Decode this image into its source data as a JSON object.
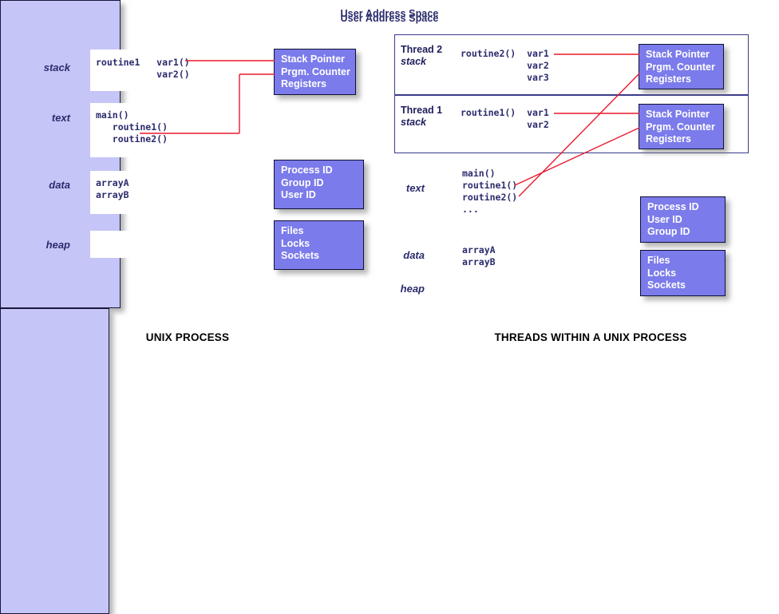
{
  "diagram": {
    "title_left": "UNIX PROCESS",
    "title_right": "THREADS WITHIN A UNIX PROCESS",
    "accent_red": "#e8192c",
    "panel_fill": "#c5c5f7",
    "infobox_fill": "#7b7beb",
    "text_navy": "#2b2b6e"
  },
  "left": {
    "panel_title": "User Address Space",
    "segments": [
      {
        "label": "stack",
        "content": "routine1   var1()\n           var2()"
      },
      {
        "label": "text",
        "content": "main()\n   routine1()\n   routine2()"
      },
      {
        "label": "data",
        "content": "arrayA\narrayB"
      },
      {
        "label": "heap",
        "content": ""
      }
    ],
    "boxes": [
      {
        "name": "registers",
        "text": "Stack Pointer\nPrgm. Counter\nRegisters"
      },
      {
        "name": "ids",
        "text": "Process ID\nGroup ID\nUser ID"
      },
      {
        "name": "resources",
        "text": " Files\n Locks\n Sockets"
      }
    ]
  },
  "right": {
    "panel_title": "User Address Space",
    "threads": [
      {
        "name": "Thread 2",
        "sub": "stack",
        "content": "routine2()  var1\n            var2\n            var3",
        "registers": "Stack Pointer\nPrgm. Counter\nRegisters"
      },
      {
        "name": "Thread 1",
        "sub": "stack",
        "content": "routine1()  var1\n            var2",
        "registers": "Stack Pointer\nPrgm. Counter\nRegisters"
      }
    ],
    "segments": [
      {
        "label": "text",
        "content": "main()\nroutine1()\nroutine2()\n..."
      },
      {
        "label": "data",
        "content": "arrayA\narrayB"
      },
      {
        "label": "heap",
        "content": ""
      }
    ],
    "boxes": [
      {
        "name": "ids",
        "text": "Process ID\nUser ID\nGroup ID"
      },
      {
        "name": "resources",
        "text": " Files\n Locks\n Sockets"
      }
    ]
  }
}
